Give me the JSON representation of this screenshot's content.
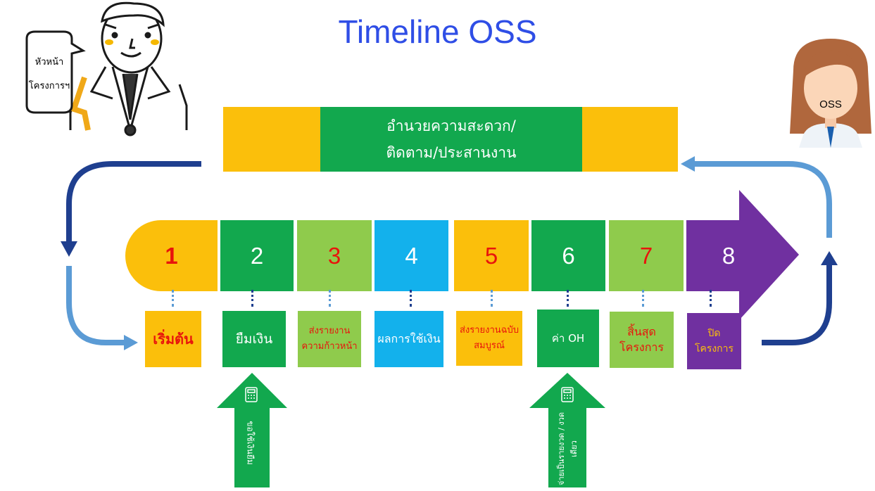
{
  "title": "Timeline OSS",
  "manager": {
    "bubble_line1": "หัวหน้า",
    "bubble_line2": "โครงการฯ"
  },
  "oss_person": {
    "label": "OSS"
  },
  "banner": {
    "line1": "อำนวยความสะดวก/",
    "line2": "ติดตาม/ประสานงาน"
  },
  "steps": [
    {
      "num": "1",
      "label": "เริ่มต้น",
      "color": "#fbbf0b",
      "num_color": "#e8140c",
      "label_color": "#e8140c"
    },
    {
      "num": "2",
      "label": "ยืมเงิน",
      "color": "#12a84e",
      "num_color": "#ffffff",
      "label_color": "#ffffff"
    },
    {
      "num": "3",
      "label": "ส่งรายงานความก้าวหน้า",
      "color": "#8fcb4c",
      "num_color": "#e8140c",
      "label_color": "#e8140c"
    },
    {
      "num": "4",
      "label": "ผลการใช้เงิน",
      "color": "#13b1ec",
      "num_color": "#ffffff",
      "label_color": "#ffffff"
    },
    {
      "num": "5",
      "label": "ส่งรายงานฉบับสมบูรณ์",
      "color": "#fbbf0b",
      "num_color": "#e8140c",
      "label_color": "#e8140c"
    },
    {
      "num": "6",
      "label": "ค่า OH",
      "color": "#12a84e",
      "num_color": "#ffffff",
      "label_color": "#ffffff"
    },
    {
      "num": "7",
      "label": "สิ้นสุดโครงการ",
      "color": "#8fcb4c",
      "num_color": "#e8140c",
      "label_color": "#e8140c"
    },
    {
      "num": "8",
      "label": "ปิดโครงการ",
      "color": "#7030a0",
      "num_color": "#ffffff",
      "label_color": "#fbbf0b"
    }
  ],
  "up_arrows": [
    {
      "text": "ขอใช้เงินยืม",
      "icon": "calculator-icon"
    },
    {
      "text": "จ่ายเป็นรายงวด / งวดเดียว",
      "icon": "calculator-icon"
    }
  ]
}
